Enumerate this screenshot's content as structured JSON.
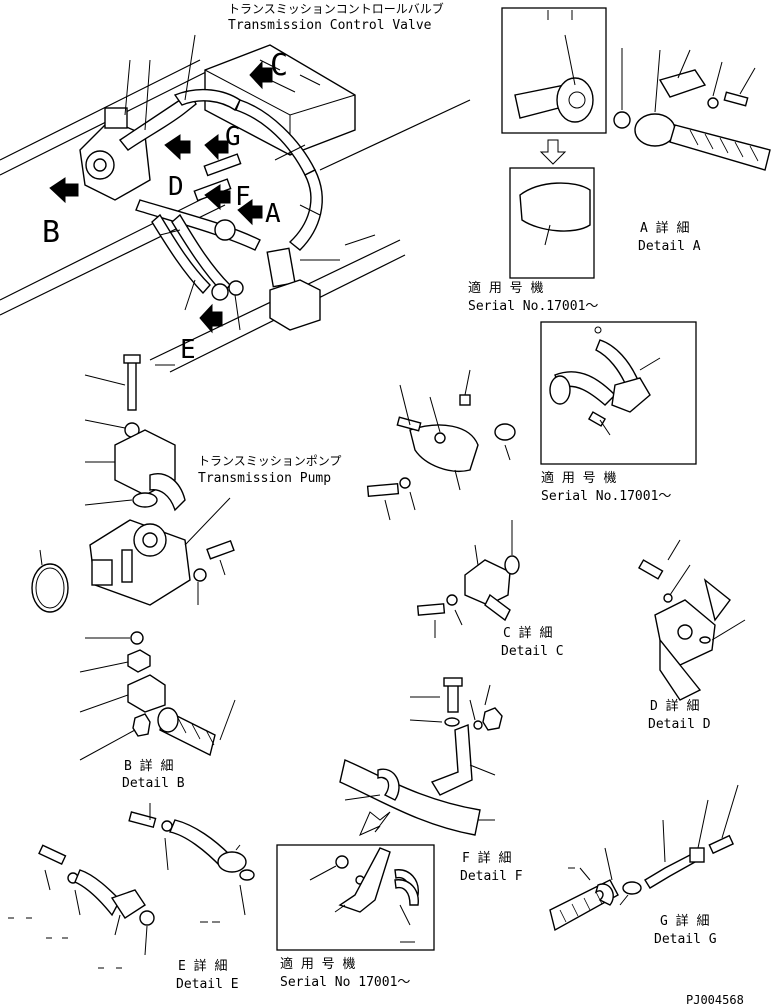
{
  "labels": {
    "control_valve_jp": "トランスミッションコントロールバルブ",
    "control_valve_en": "Transmission Control Valve",
    "pump_jp": "トランスミッションポンプ",
    "pump_en": "Transmission Pump",
    "detail_a_jp": "A 詳 細",
    "detail_a_en": "Detail A",
    "detail_b_jp": "B 詳 細",
    "detail_b_en": "Detail B",
    "detail_c_jp": "C 詳 細",
    "detail_c_en": "Detail C",
    "detail_d_jp": "D 詳 細",
    "detail_d_en": "Detail D",
    "detail_e_jp": "E 詳 細",
    "detail_e_en": "Detail E",
    "detail_f_jp": "F 詳 細",
    "detail_f_en": "Detail F",
    "detail_g_jp": "G 詳 細",
    "detail_g_en": "Detail G",
    "serial_jp": "適 用 号 機",
    "serial_en": "Serial No.17001～",
    "serial_en_alt": "Serial No 17001～",
    "part_code": "PJ004568"
  },
  "view_letters": {
    "a": "A",
    "b": "B",
    "c": "C",
    "d": "D",
    "e": "E",
    "f": "F",
    "g": "G"
  }
}
